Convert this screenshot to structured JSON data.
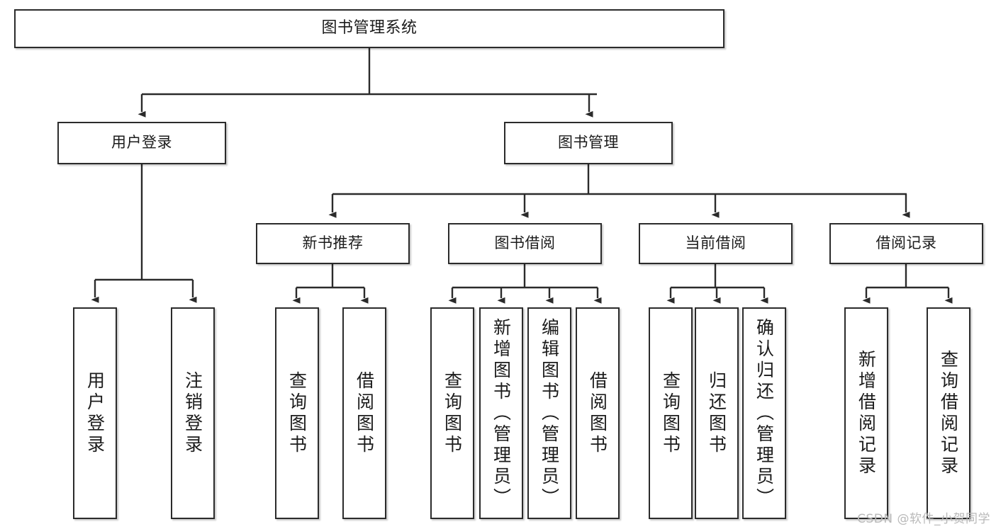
{
  "diagram": {
    "title": "图书管理系统",
    "watermark": "CSDN @软件_小贺同学",
    "colors": {
      "background": "#ffffff",
      "box_border": "#2b2b2b",
      "box_fill": "#ffffff",
      "edge": "#2b2b2b",
      "text": "#1b1b1b",
      "watermark": "#b9b9b9"
    },
    "nodes": {
      "root": {
        "label": "图书管理系统"
      },
      "level2": [
        {
          "label": "用户登录"
        },
        {
          "label": "图书管理"
        }
      ],
      "level3": [
        {
          "label": "新书推荐"
        },
        {
          "label": "图书借阅"
        },
        {
          "label": "当前借阅"
        },
        {
          "label": "借阅记录"
        }
      ],
      "leaves": {
        "user_login": [
          {
            "label": "用户登录"
          },
          {
            "label": "注销登录"
          }
        ],
        "new_book": [
          {
            "label": "查询图书"
          },
          {
            "label": "借阅图书"
          }
        ],
        "book_borrow": [
          {
            "label": "查询图书"
          },
          {
            "label": "新增图书（管理员）"
          },
          {
            "label": "编辑图书（管理员）"
          },
          {
            "label": "借阅图书"
          }
        ],
        "current_borrow": [
          {
            "label": "查询图书"
          },
          {
            "label": "归还图书"
          },
          {
            "label": "确认归还（管理员）"
          }
        ],
        "borrow_record": [
          {
            "label": "新增借阅记录"
          },
          {
            "label": "查询借阅记录"
          }
        ]
      }
    }
  }
}
